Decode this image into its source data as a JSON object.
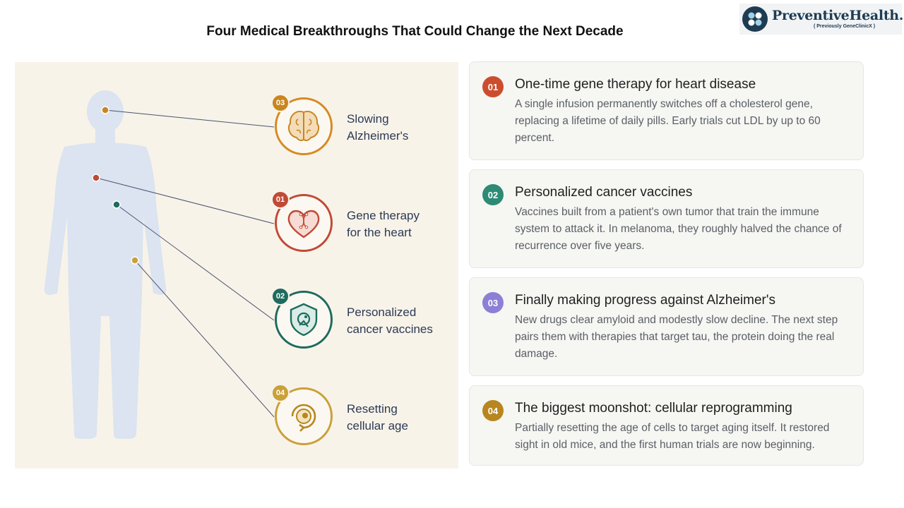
{
  "title": "Four Medical Breakthroughs That Could Change the Next Decade",
  "logo": {
    "name": "PreventiveHealth.ai",
    "subtitle": "( Previously  GeneClinicX )"
  },
  "colors": {
    "gene": "#cc4d2e",
    "cancer": "#2e8a74",
    "alzheimers": "#8b7fd6",
    "cellular": "#b8861f",
    "alzheimers_node": "#d68a22",
    "gene_node": "#c04a36",
    "cancer_node": "#1f6b5f",
    "cellular_node": "#c9a13a"
  },
  "diagram": {
    "nodes": [
      {
        "number": "03",
        "label": "Slowing\nAlzheimer's",
        "icon": "brain-icon"
      },
      {
        "number": "01",
        "label": "Gene therapy\nfor the heart",
        "icon": "heart-dna-icon"
      },
      {
        "number": "02",
        "label": "Personalized\ncancer vaccines",
        "icon": "shield-cell-icon"
      },
      {
        "number": "04",
        "label": "Resetting\ncellular age",
        "icon": "cycle-cell-icon"
      }
    ]
  },
  "cards": [
    {
      "number": "01",
      "title": "One-time gene therapy for heart disease",
      "text": "A single infusion permanently switches off a cholesterol gene, replacing a lifetime of daily pills. Early trials cut LDL by up to 60 percent."
    },
    {
      "number": "02",
      "title": "Personalized cancer vaccines",
      "text": "Vaccines built from a patient's own tumor that train the immune system to attack it. In melanoma, they roughly halved the chance of recurrence over five years."
    },
    {
      "number": "03",
      "title": "Finally making progress against Alzheimer's",
      "text": "New drugs clear amyloid and modestly slow decline. The next step pairs them with therapies that target tau, the protein doing the real damage."
    },
    {
      "number": "04",
      "title": "The biggest moonshot: cellular reprogramming",
      "text": "Partially resetting the age of cells to target aging itself. It restored sight in old mice, and the first human trials are now beginning."
    }
  ]
}
